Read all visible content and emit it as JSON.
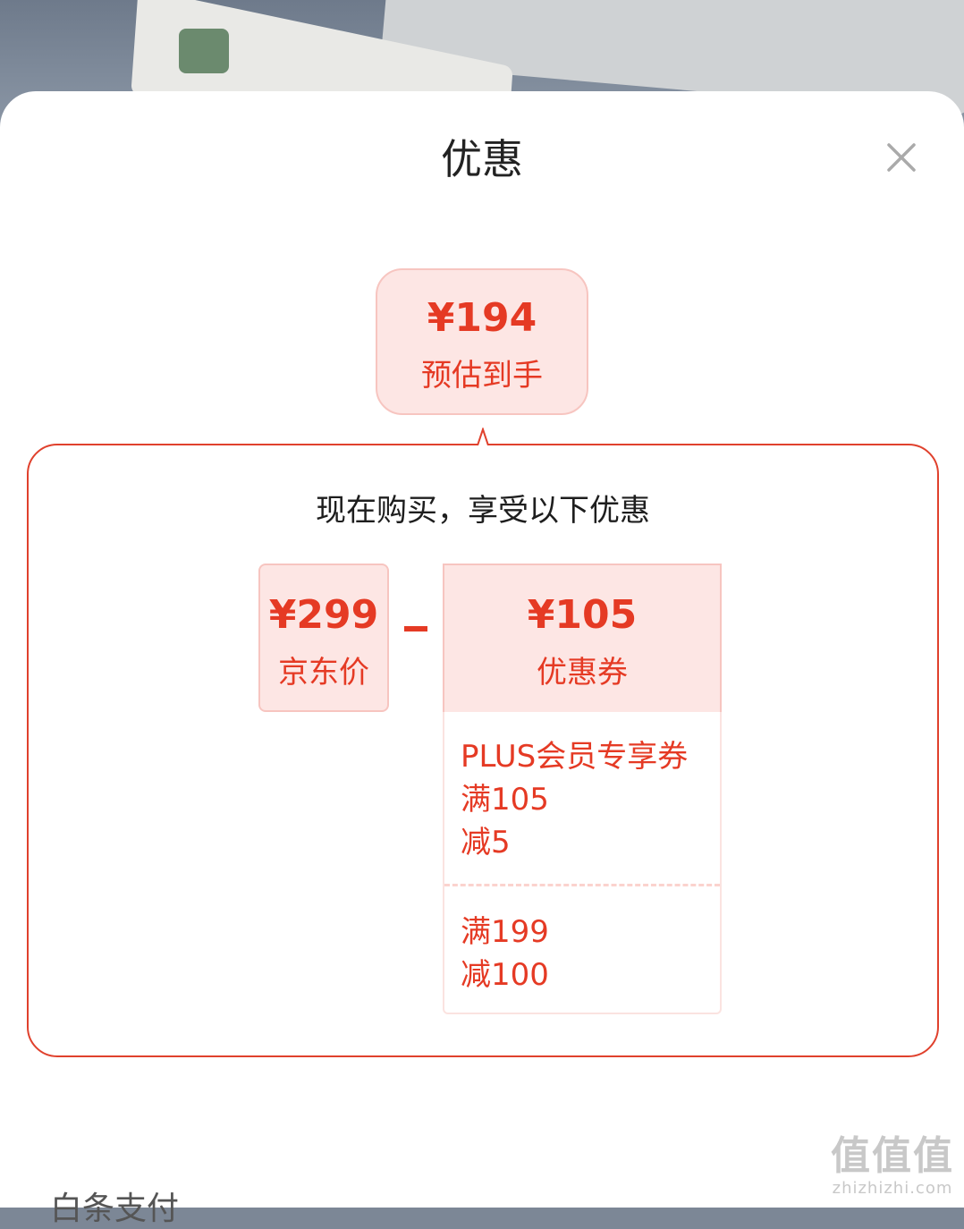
{
  "sheet": {
    "title": "优惠",
    "close_icon": "close-icon"
  },
  "estimate": {
    "price": "¥194",
    "label": "预估到手"
  },
  "panel": {
    "heading": "现在购买，享受以下优惠",
    "jd_price": {
      "amount": "¥299",
      "label": "京东价"
    },
    "operator": "minus",
    "coupon": {
      "amount": "¥105",
      "label": "优惠券"
    },
    "coupon_items": [
      {
        "lines": [
          "PLUS会员专享券",
          "满105",
          "减5"
        ]
      },
      {
        "lines": [
          "满199",
          "减100"
        ]
      }
    ]
  },
  "footer": {
    "partial_text": "白条支付"
  },
  "watermark": {
    "glyphs": "值值值",
    "url": "zhizhizhi.com"
  },
  "colors": {
    "accent": "#e53a24",
    "bubble_bg": "#fde6e4",
    "bubble_border": "#f7c5c0",
    "panel_border": "#e0412d"
  }
}
